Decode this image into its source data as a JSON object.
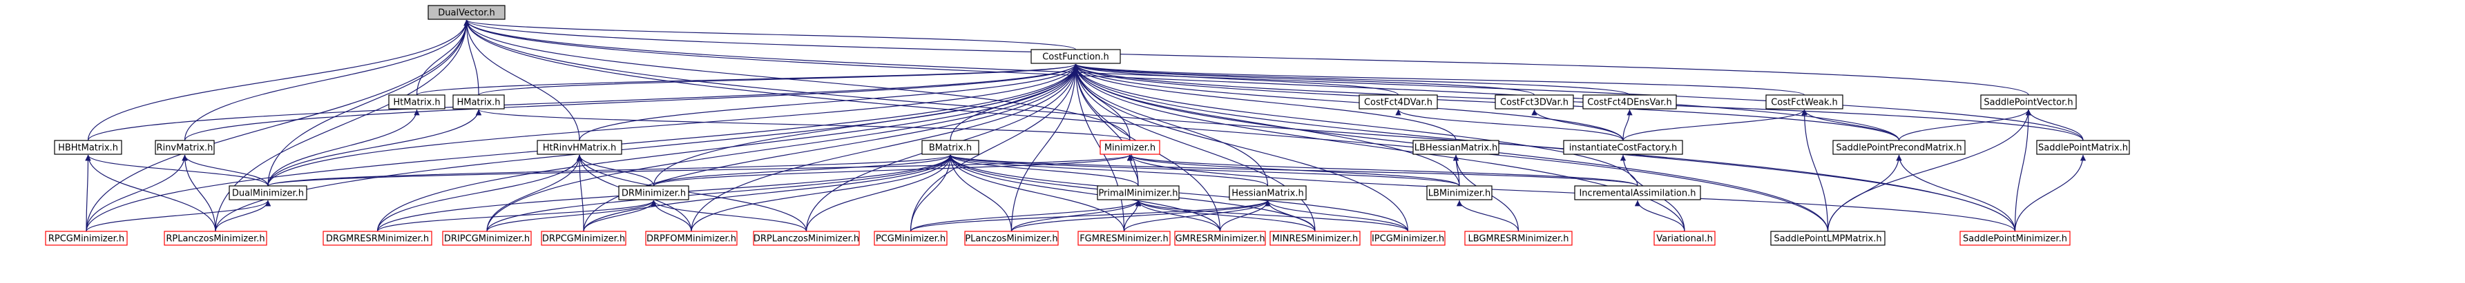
{
  "diagram": {
    "colors": {
      "edge": "#191970",
      "root_fill": "#bfbfbf",
      "leaf_border": "#ff0000",
      "node_border": "#000000"
    },
    "nodes": [
      {
        "id": "DualVector",
        "label": "DualVector.h",
        "kind": "root"
      },
      {
        "id": "CostFunction",
        "label": "CostFunction.h",
        "kind": "normal"
      },
      {
        "id": "HtMatrix",
        "label": "HtMatrix.h",
        "kind": "normal"
      },
      {
        "id": "HMatrix",
        "label": "HMatrix.h",
        "kind": "normal"
      },
      {
        "id": "CostFct4DVar",
        "label": "CostFct4DVar.h",
        "kind": "normal"
      },
      {
        "id": "CostFct3DVar",
        "label": "CostFct3DVar.h",
        "kind": "normal"
      },
      {
        "id": "CostFct4DEnsVar",
        "label": "CostFct4DEnsVar.h",
        "kind": "normal"
      },
      {
        "id": "CostFctWeak",
        "label": "CostFctWeak.h",
        "kind": "normal"
      },
      {
        "id": "SaddlePointVector",
        "label": "SaddlePointVector.h",
        "kind": "normal"
      },
      {
        "id": "HBHtMatrix",
        "label": "HBHtMatrix.h",
        "kind": "normal"
      },
      {
        "id": "RinvMatrix",
        "label": "RinvMatrix.h",
        "kind": "normal"
      },
      {
        "id": "HtRinvHMatrix",
        "label": "HtRinvHMatrix.h",
        "kind": "normal"
      },
      {
        "id": "BMatrix",
        "label": "BMatrix.h",
        "kind": "normal"
      },
      {
        "id": "Minimizer",
        "label": "Minimizer.h",
        "kind": "leaf"
      },
      {
        "id": "LBHessianMatrix",
        "label": "LBHessianMatrix.h",
        "kind": "normal"
      },
      {
        "id": "instantiateCostFactory",
        "label": "instantiateCostFactory.h",
        "kind": "normal"
      },
      {
        "id": "SaddlePointPrecondMatrix",
        "label": "SaddlePointPrecondMatrix.h",
        "kind": "normal"
      },
      {
        "id": "SaddlePointMatrix",
        "label": "SaddlePointMatrix.h",
        "kind": "normal"
      },
      {
        "id": "DualMinimizer",
        "label": "DualMinimizer.h",
        "kind": "normal"
      },
      {
        "id": "DRMinimizer",
        "label": "DRMinimizer.h",
        "kind": "normal"
      },
      {
        "id": "PrimalMinimizer",
        "label": "PrimalMinimizer.h",
        "kind": "normal"
      },
      {
        "id": "HessianMatrix",
        "label": "HessianMatrix.h",
        "kind": "normal"
      },
      {
        "id": "LBMinimizer",
        "label": "LBMinimizer.h",
        "kind": "normal"
      },
      {
        "id": "IncrementalAssimilation",
        "label": "IncrementalAssimilation.h",
        "kind": "normal"
      },
      {
        "id": "SaddlePointLMPMatrix",
        "label": "SaddlePointLMPMatrix.h",
        "kind": "normal"
      },
      {
        "id": "SaddlePointMinimizer",
        "label": "SaddlePointMinimizer.h",
        "kind": "leaf"
      },
      {
        "id": "RPCGMinimizer",
        "label": "RPCGMinimizer.h",
        "kind": "leaf"
      },
      {
        "id": "RPLanczosMinimizer",
        "label": "RPLanczosMinimizer.h",
        "kind": "leaf"
      },
      {
        "id": "DRGMRESRMinimizer",
        "label": "DRGMRESRMinimizer.h",
        "kind": "leaf"
      },
      {
        "id": "DRIPCGMinimizer",
        "label": "DRIPCGMinimizer.h",
        "kind": "leaf"
      },
      {
        "id": "DRPCGMinimizer",
        "label": "DRPCGMinimizer.h",
        "kind": "leaf"
      },
      {
        "id": "DRPFOMMinimizer",
        "label": "DRPFOMMinimizer.h",
        "kind": "leaf"
      },
      {
        "id": "DRPLanczosMinimizer",
        "label": "DRPLanczosMinimizer.h",
        "kind": "leaf"
      },
      {
        "id": "PCGMinimizer",
        "label": "PCGMinimizer.h",
        "kind": "leaf"
      },
      {
        "id": "PLanczosMinimizer",
        "label": "PLanczosMinimizer.h",
        "kind": "leaf"
      },
      {
        "id": "FGMRESMinimizer",
        "label": "FGMRESMinimizer.h",
        "kind": "leaf"
      },
      {
        "id": "GMRESRMinimizer",
        "label": "GMRESRMinimizer.h",
        "kind": "leaf"
      },
      {
        "id": "MINRESMinimizer",
        "label": "MINRESMinimizer.h",
        "kind": "leaf"
      },
      {
        "id": "IPCGMinimizer",
        "label": "IPCGMinimizer.h",
        "kind": "leaf"
      },
      {
        "id": "LBGMRESRMinimizer",
        "label": "LBGMRESRMinimizer.h",
        "kind": "leaf"
      },
      {
        "id": "Variational",
        "label": "Variational.h",
        "kind": "leaf"
      }
    ],
    "edges": [
      [
        "DualVector",
        "CostFunction"
      ],
      [
        "DualVector",
        "HtMatrix"
      ],
      [
        "DualVector",
        "HMatrix"
      ],
      [
        "DualVector",
        "HBHtMatrix"
      ],
      [
        "DualVector",
        "RinvMatrix"
      ],
      [
        "DualVector",
        "HtRinvHMatrix"
      ],
      [
        "DualVector",
        "Minimizer"
      ],
      [
        "DualVector",
        "DualMinimizer"
      ],
      [
        "DualVector",
        "RPCGMinimizer"
      ],
      [
        "DualVector",
        "RPLanczosMinimizer"
      ],
      [
        "DualVector",
        "SaddlePointVector"
      ],
      [
        "DualVector",
        "SaddlePointPrecondMatrix"
      ],
      [
        "DualVector",
        "SaddlePointMatrix"
      ],
      [
        "DualVector",
        "SaddlePointLMPMatrix"
      ],
      [
        "DualVector",
        "SaddlePointMinimizer"
      ],
      [
        "CostFunction",
        "HtMatrix"
      ],
      [
        "CostFunction",
        "HMatrix"
      ],
      [
        "CostFunction",
        "CostFct4DVar"
      ],
      [
        "CostFunction",
        "CostFct3DVar"
      ],
      [
        "CostFunction",
        "CostFct4DEnsVar"
      ],
      [
        "CostFunction",
        "CostFctWeak"
      ],
      [
        "CostFunction",
        "HBHtMatrix"
      ],
      [
        "CostFunction",
        "RinvMatrix"
      ],
      [
        "CostFunction",
        "HtRinvHMatrix"
      ],
      [
        "CostFunction",
        "BMatrix"
      ],
      [
        "CostFunction",
        "Minimizer"
      ],
      [
        "CostFunction",
        "LBHessianMatrix"
      ],
      [
        "CostFunction",
        "instantiateCostFactory"
      ],
      [
        "CostFunction",
        "SaddlePointPrecondMatrix"
      ],
      [
        "CostFunction",
        "SaddlePointMatrix"
      ],
      [
        "CostFunction",
        "DualMinimizer"
      ],
      [
        "CostFunction",
        "DRMinimizer"
      ],
      [
        "CostFunction",
        "PrimalMinimizer"
      ],
      [
        "CostFunction",
        "HessianMatrix"
      ],
      [
        "CostFunction",
        "LBMinimizer"
      ],
      [
        "CostFunction",
        "IncrementalAssimilation"
      ],
      [
        "CostFunction",
        "SaddlePointLMPMatrix"
      ],
      [
        "CostFunction",
        "SaddlePointMinimizer"
      ],
      [
        "CostFunction",
        "RPCGMinimizer"
      ],
      [
        "CostFunction",
        "RPLanczosMinimizer"
      ],
      [
        "CostFunction",
        "DRGMRESRMinimizer"
      ],
      [
        "CostFunction",
        "DRIPCGMinimizer"
      ],
      [
        "CostFunction",
        "DRPCGMinimizer"
      ],
      [
        "CostFunction",
        "DRPFOMMinimizer"
      ],
      [
        "CostFunction",
        "DRPLanczosMinimizer"
      ],
      [
        "CostFunction",
        "PCGMinimizer"
      ],
      [
        "CostFunction",
        "PLanczosMinimizer"
      ],
      [
        "CostFunction",
        "FGMRESMinimizer"
      ],
      [
        "CostFunction",
        "GMRESRMinimizer"
      ],
      [
        "CostFunction",
        "MINRESMinimizer"
      ],
      [
        "CostFunction",
        "IPCGMinimizer"
      ],
      [
        "CostFunction",
        "Variational"
      ],
      [
        "HtMatrix",
        "DualMinimizer"
      ],
      [
        "HMatrix",
        "Minimizer"
      ],
      [
        "HMatrix",
        "DualMinimizer"
      ],
      [
        "CostFct4DVar",
        "instantiateCostFactory"
      ],
      [
        "CostFct3DVar",
        "instantiateCostFactory"
      ],
      [
        "CostFct4DEnsVar",
        "instantiateCostFactory"
      ],
      [
        "CostFctWeak",
        "instantiateCostFactory"
      ],
      [
        "CostFctWeak",
        "SaddlePointPrecondMatrix"
      ],
      [
        "CostFctWeak",
        "SaddlePointLMPMatrix"
      ],
      [
        "SaddlePointVector",
        "SaddlePointPrecondMatrix"
      ],
      [
        "SaddlePointVector",
        "SaddlePointMatrix"
      ],
      [
        "SaddlePointVector",
        "SaddlePointLMPMatrix"
      ],
      [
        "SaddlePointVector",
        "SaddlePointMinimizer"
      ],
      [
        "HBHtMatrix",
        "DualMinimizer"
      ],
      [
        "HBHtMatrix",
        "RPCGMinimizer"
      ],
      [
        "HBHtMatrix",
        "RPLanczosMinimizer"
      ],
      [
        "RinvMatrix",
        "DualMinimizer"
      ],
      [
        "RinvMatrix",
        "RPCGMinimizer"
      ],
      [
        "RinvMatrix",
        "RPLanczosMinimizer"
      ],
      [
        "HtRinvHMatrix",
        "DRMinimizer"
      ],
      [
        "HtRinvHMatrix",
        "DRGMRESRMinimizer"
      ],
      [
        "HtRinvHMatrix",
        "DRIPCGMinimizer"
      ],
      [
        "HtRinvHMatrix",
        "DRPCGMinimizer"
      ],
      [
        "HtRinvHMatrix",
        "DRPFOMMinimizer"
      ],
      [
        "HtRinvHMatrix",
        "DRPLanczosMinimizer"
      ],
      [
        "BMatrix",
        "DualMinimizer"
      ],
      [
        "BMatrix",
        "DRMinimizer"
      ],
      [
        "BMatrix",
        "PrimalMinimizer"
      ],
      [
        "BMatrix",
        "HessianMatrix"
      ],
      [
        "BMatrix",
        "LBMinimizer"
      ],
      [
        "BMatrix",
        "IncrementalAssimilation"
      ],
      [
        "BMatrix",
        "DRGMRESRMinimizer"
      ],
      [
        "BMatrix",
        "DRIPCGMinimizer"
      ],
      [
        "BMatrix",
        "DRPCGMinimizer"
      ],
      [
        "BMatrix",
        "DRPFOMMinimizer"
      ],
      [
        "BMatrix",
        "DRPLanczosMinimizer"
      ],
      [
        "BMatrix",
        "PCGMinimizer"
      ],
      [
        "BMatrix",
        "PLanczosMinimizer"
      ],
      [
        "BMatrix",
        "FGMRESMinimizer"
      ],
      [
        "BMatrix",
        "GMRESRMinimizer"
      ],
      [
        "BMatrix",
        "MINRESMinimizer"
      ],
      [
        "BMatrix",
        "IPCGMinimizer"
      ],
      [
        "Minimizer",
        "DualMinimizer"
      ],
      [
        "Minimizer",
        "DRMinimizer"
      ],
      [
        "Minimizer",
        "PrimalMinimizer"
      ],
      [
        "Minimizer",
        "LBMinimizer"
      ],
      [
        "Minimizer",
        "IncrementalAssimilation"
      ],
      [
        "Minimizer",
        "SaddlePointMinimizer"
      ],
      [
        "LBHessianMatrix",
        "LBMinimizer"
      ],
      [
        "LBHessianMatrix",
        "LBGMRESRMinimizer"
      ],
      [
        "instantiateCostFactory",
        "Variational"
      ],
      [
        "SaddlePointPrecondMatrix",
        "SaddlePointLMPMatrix"
      ],
      [
        "SaddlePointPrecondMatrix",
        "SaddlePointMinimizer"
      ],
      [
        "SaddlePointMatrix",
        "SaddlePointMinimizer"
      ],
      [
        "DualMinimizer",
        "RPCGMinimizer"
      ],
      [
        "DualMinimizer",
        "RPLanczosMinimizer"
      ],
      [
        "DRMinimizer",
        "DRGMRESRMinimizer"
      ],
      [
        "DRMinimizer",
        "DRIPCGMinimizer"
      ],
      [
        "DRMinimizer",
        "DRPCGMinimizer"
      ],
      [
        "DRMinimizer",
        "DRPFOMMinimizer"
      ],
      [
        "DRMinimizer",
        "DRPLanczosMinimizer"
      ],
      [
        "PrimalMinimizer",
        "PCGMinimizer"
      ],
      [
        "PrimalMinimizer",
        "PLanczosMinimizer"
      ],
      [
        "PrimalMinimizer",
        "FGMRESMinimizer"
      ],
      [
        "PrimalMinimizer",
        "GMRESRMinimizer"
      ],
      [
        "PrimalMinimizer",
        "MINRESMinimizer"
      ],
      [
        "PrimalMinimizer",
        "IPCGMinimizer"
      ],
      [
        "HessianMatrix",
        "PCGMinimizer"
      ],
      [
        "HessianMatrix",
        "PLanczosMinimizer"
      ],
      [
        "HessianMatrix",
        "FGMRESMinimizer"
      ],
      [
        "HessianMatrix",
        "GMRESRMinimizer"
      ],
      [
        "HessianMatrix",
        "MINRESMinimizer"
      ],
      [
        "HessianMatrix",
        "IPCGMinimizer"
      ],
      [
        "LBMinimizer",
        "LBGMRESRMinimizer"
      ],
      [
        "IncrementalAssimilation",
        "Variational"
      ]
    ]
  }
}
